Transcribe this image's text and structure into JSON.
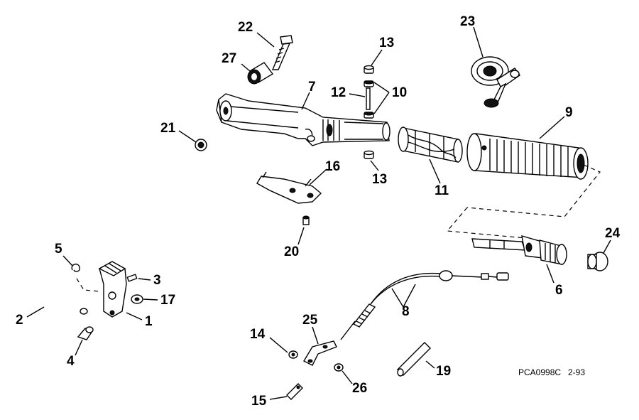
{
  "callouts": [
    {
      "id": "c22",
      "text": "22"
    },
    {
      "id": "c27",
      "text": "27"
    },
    {
      "id": "c13a",
      "text": "13"
    },
    {
      "id": "c23",
      "text": "23"
    },
    {
      "id": "c12",
      "text": "12"
    },
    {
      "id": "c10",
      "text": "10"
    },
    {
      "id": "c7",
      "text": "7"
    },
    {
      "id": "c9",
      "text": "9"
    },
    {
      "id": "c21",
      "text": "21"
    },
    {
      "id": "c16",
      "text": "16"
    },
    {
      "id": "c13b",
      "text": "13"
    },
    {
      "id": "c11",
      "text": "11"
    },
    {
      "id": "c24",
      "text": "24"
    },
    {
      "id": "c20",
      "text": "20"
    },
    {
      "id": "c5",
      "text": "5"
    },
    {
      "id": "c3",
      "text": "3"
    },
    {
      "id": "c17",
      "text": "17"
    },
    {
      "id": "c6",
      "text": "6"
    },
    {
      "id": "c2",
      "text": "2"
    },
    {
      "id": "c1",
      "text": "1"
    },
    {
      "id": "c8",
      "text": "8"
    },
    {
      "id": "c25",
      "text": "25"
    },
    {
      "id": "c14",
      "text": "14"
    },
    {
      "id": "c4",
      "text": "4"
    },
    {
      "id": "c19",
      "text": "19"
    },
    {
      "id": "c26",
      "text": "26"
    },
    {
      "id": "c15",
      "text": "15"
    }
  ],
  "footer": {
    "code": "PCA0998C",
    "date": "2-93"
  }
}
